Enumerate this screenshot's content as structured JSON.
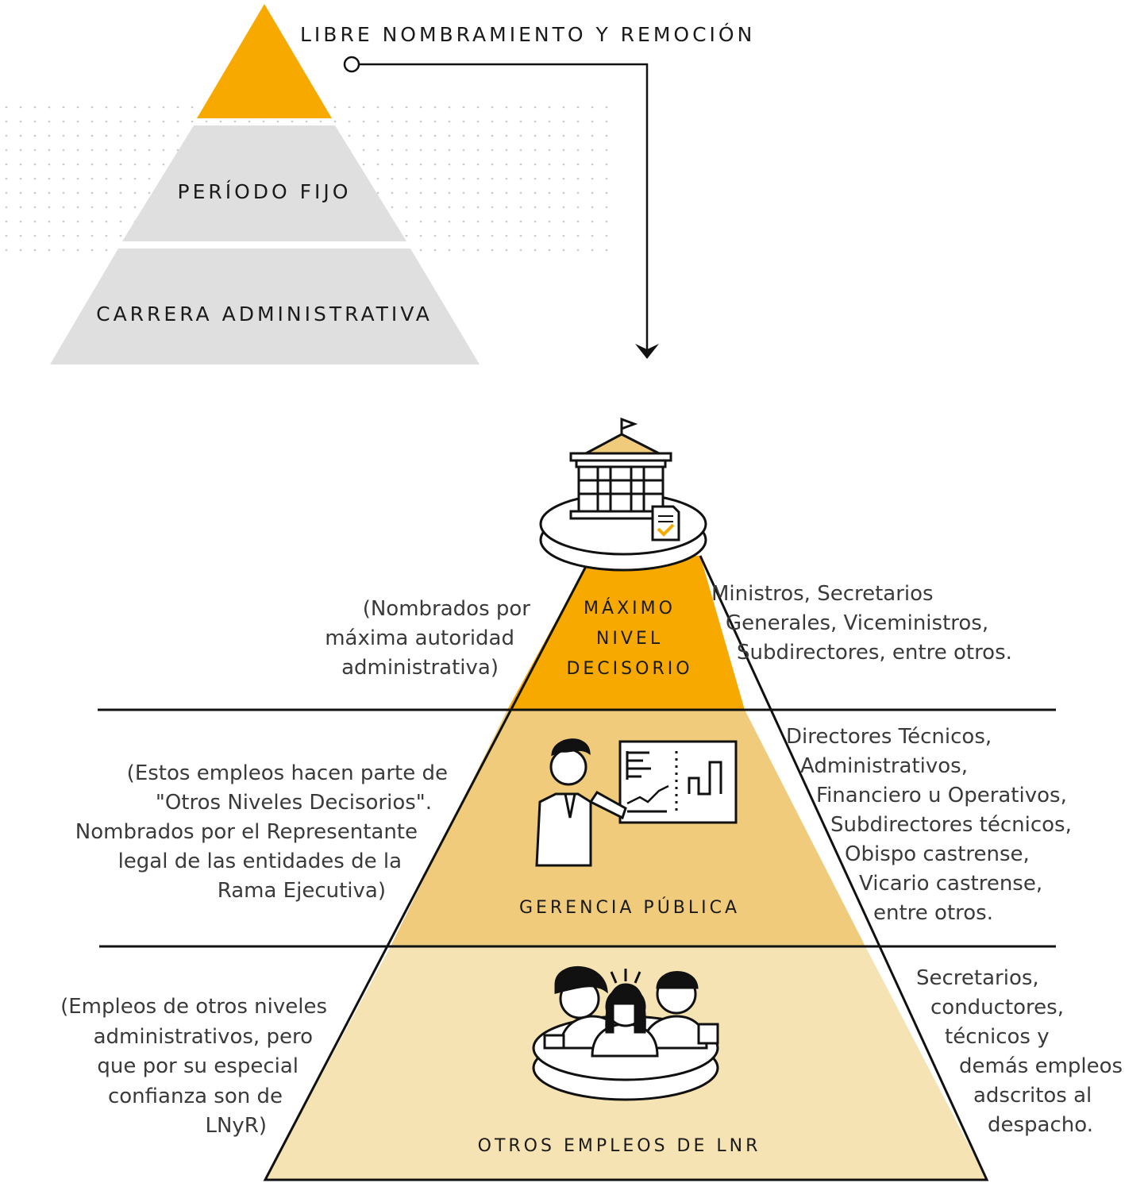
{
  "colors": {
    "top_orange": "#F8A900",
    "mid_tan": "#EFCB7B",
    "bottom_cream": "#F6E3B4",
    "small_grey": "#DFDFDF",
    "stroke": "#111111",
    "dots": "#C9C9C9"
  },
  "small_pyramid": {
    "top_label": "LIBRE NOMBRAMIENTO Y REMOCIÓN",
    "middle_label": "PERÍODO FIJO",
    "bottom_label": "CARRERA ADMINISTRATIVA"
  },
  "big_pyramid": {
    "levels": [
      {
        "title_lines": [
          "MÁXIMO",
          "NIVEL",
          "DECISORIO"
        ],
        "icon": "government-building-icon",
        "left_text": [
          "(Nombrados por",
          "máxima autoridad",
          "administrativa)"
        ],
        "right_text": [
          "Ministros, Secretarios",
          "Generales, Viceministros,",
          "Subdirectores, entre otros."
        ]
      },
      {
        "title_lines": [
          "GERENCIA PÚBLICA"
        ],
        "icon": "presenter-chart-icon",
        "left_text": [
          "(Estos empleos hacen parte de",
          "\"Otros Niveles Decisorios\".",
          "Nombrados por el Representante",
          "legal de las entidades de la",
          "Rama Ejecutiva)"
        ],
        "right_text": [
          "Directores Técnicos,",
          "Administrativos,",
          "Financiero u Operativos,",
          "Subdirectores técnicos,",
          "Obispo castrense,",
          "Vicario castrense,",
          "entre otros."
        ]
      },
      {
        "title_lines": [
          "OTROS EMPLEOS DE LNR"
        ],
        "icon": "team-group-icon",
        "left_text": [
          "(Empleos de otros niveles",
          "administrativos, pero",
          "que por su especial",
          "confianza son de",
          "LNyR)"
        ],
        "right_text": [
          "Secretarios,",
          "conductores,",
          "técnicos y",
          "demás empleos",
          "adscritos al",
          "despacho."
        ]
      }
    ]
  }
}
